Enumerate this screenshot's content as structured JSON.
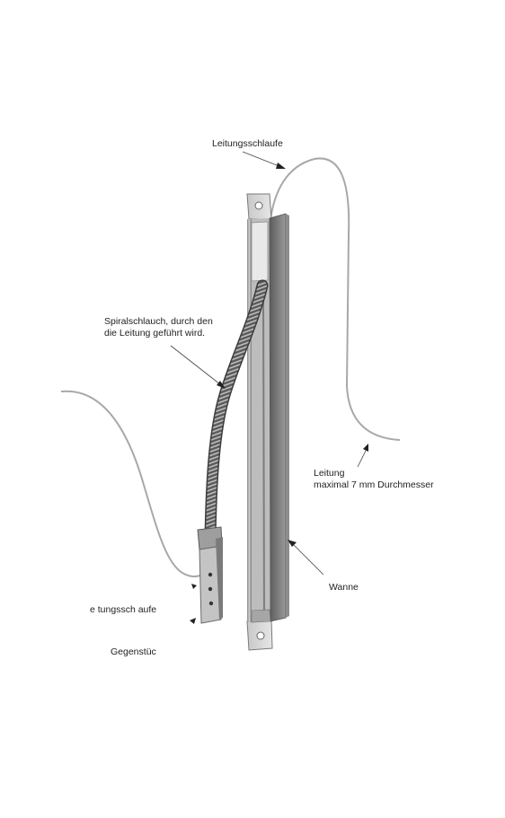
{
  "labels": {
    "leitungsschlaufe_top": "Leitungsschlaufe",
    "spiralschlauch_line1": "Spiralschlauch, durch den",
    "spiralschlauch_line2": "die Leitung geführt wird.",
    "leitung_line1": "Leitung",
    "leitung_line2": "maximal 7 mm Durchmesser",
    "wanne": "Wanne",
    "leitungsschlaufe_bottom": "e tungssch aufe",
    "gegenstueck": "Gegenstüc"
  },
  "colors": {
    "background": "#ffffff",
    "text": "#222222",
    "cable": "#a8a8a8",
    "metal_dark": "#6a6a6a",
    "metal_mid": "#9c9c9c",
    "metal_light": "#d4d4d4",
    "hose": "#444444"
  }
}
